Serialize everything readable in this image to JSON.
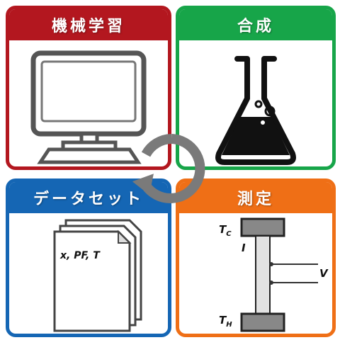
{
  "panels": {
    "machine_learning": {
      "title": "機械学習",
      "color": "#b3171f"
    },
    "synthesis": {
      "title": "合成",
      "color": "#17a549"
    },
    "dataset": {
      "title": "データセット",
      "color": "#1566b4",
      "doc_text": "x, PF, T"
    },
    "measurement": {
      "title": "測定",
      "color": "#ef6f16",
      "labels": {
        "tc": "T",
        "tc_sub": "C",
        "th": "T",
        "th_sub": "H",
        "current": "I",
        "voltage": "V"
      }
    }
  },
  "cycle_arrow_color": "#7a7a7a"
}
